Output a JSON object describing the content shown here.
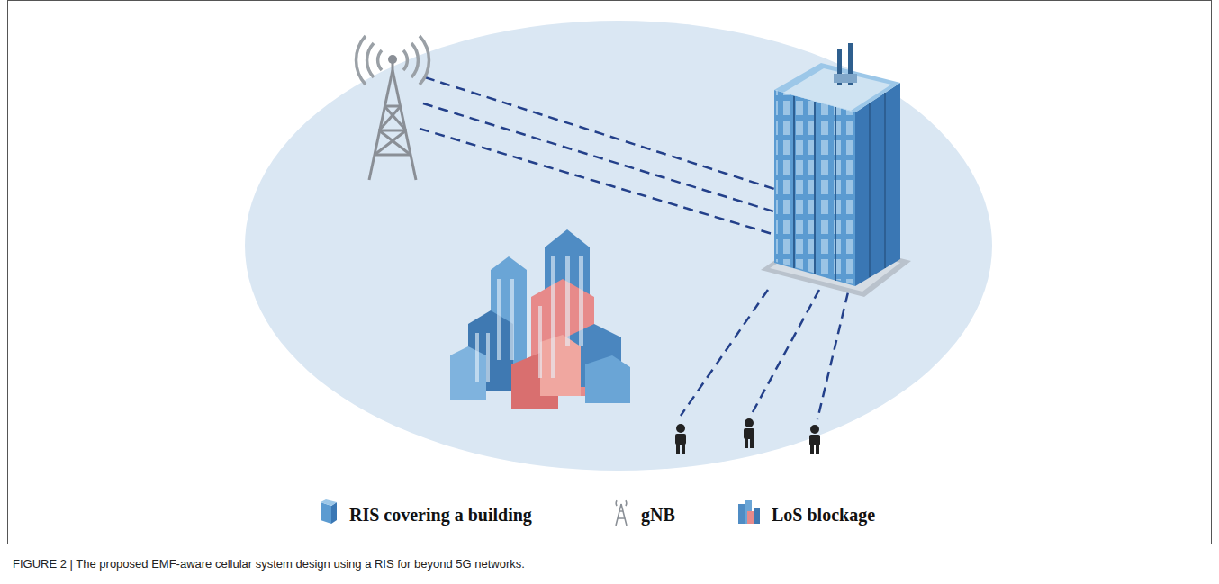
{
  "diagram": {
    "caption": "FIGURE 2 | The proposed EMF-aware cellular system design using a RIS for beyond 5G networks.",
    "legend": [
      {
        "text": "RIS covering a building"
      },
      {
        "text": "gNB"
      },
      {
        "text": "LoS blockage"
      }
    ]
  }
}
